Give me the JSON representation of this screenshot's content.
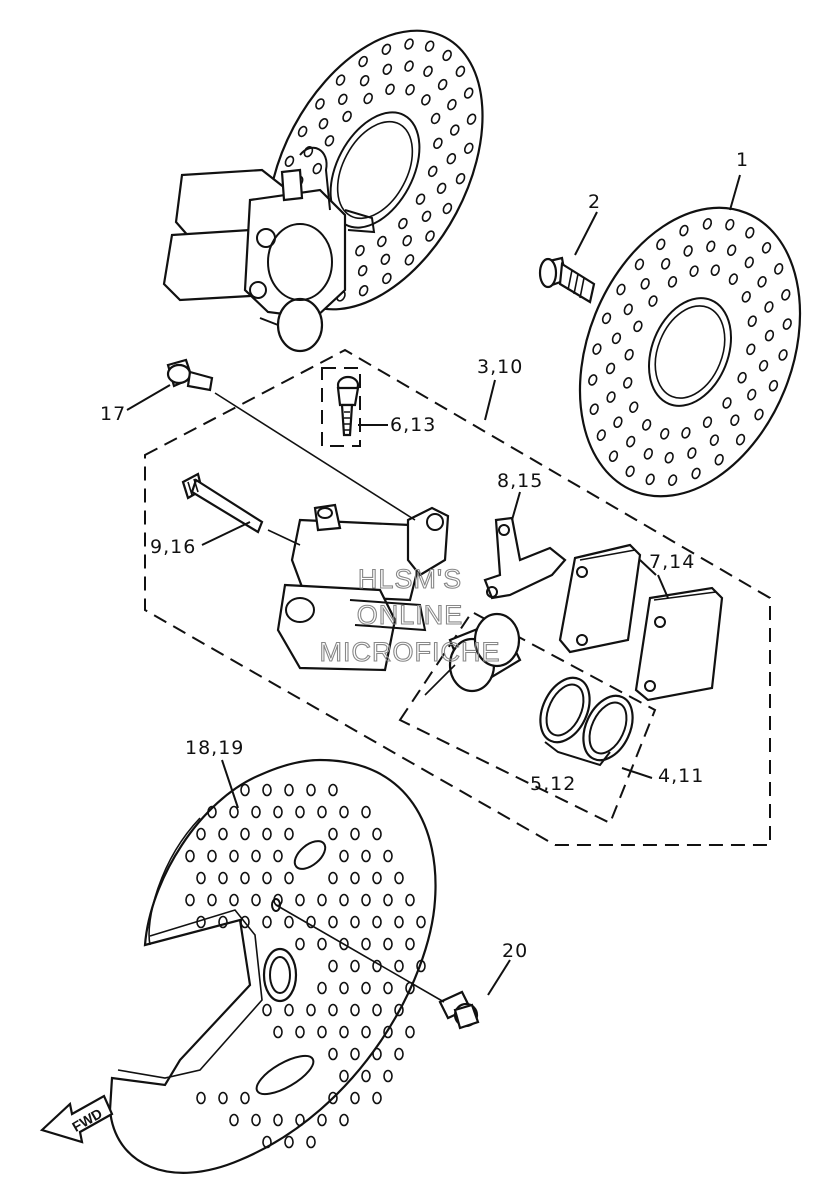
{
  "diagram": {
    "watermark": [
      "HLSM'S",
      "ONLINE",
      "MICROFICHE"
    ],
    "fwd_label": "FWD",
    "callouts": {
      "c1": "1",
      "c2": "2",
      "c3": "3,10",
      "c4": "4,11",
      "c5": "5,12",
      "c6": "6,13",
      "c7": "7,14",
      "c8": "8,15",
      "c9": "9,16",
      "c17": "17",
      "c18": "18,19",
      "c20": "20"
    }
  }
}
